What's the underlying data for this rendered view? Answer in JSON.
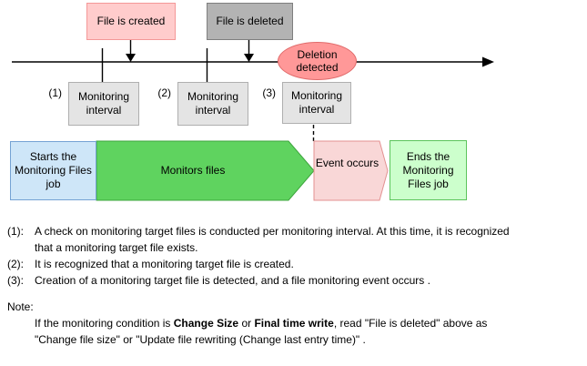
{
  "diagram": {
    "events": {
      "file_created": "File is created",
      "file_deleted": "File is deleted",
      "deletion_detected": "Deletion detected"
    },
    "intervals": [
      {
        "marker": "(1)",
        "label": "Monitoring interval"
      },
      {
        "marker": "(2)",
        "label": "Monitoring interval"
      },
      {
        "marker": "(3)",
        "label": "Monitoring interval"
      }
    ],
    "flow": {
      "start": "Starts the Monitoring Files job",
      "monitor": "Monitors files",
      "event": "Event occurs",
      "end": "Ends the Monitoring Files job"
    }
  },
  "notes": {
    "items": [
      {
        "marker": "(1):",
        "text": "A check on monitoring target files is conducted per monitoring interval. At this time, it is recognized\nthat a monitoring target file exists."
      },
      {
        "marker": "(2):",
        "text": "It is recognized that a monitoring target file is created."
      },
      {
        "marker": "(3):",
        "text": "Creation of a monitoring target file is detected, and a file monitoring event occurs ."
      }
    ],
    "note_label": "Note:",
    "note_rich": [
      {
        "text": "If the monitoring condition is "
      },
      {
        "text": "Change Size",
        "bold": true
      },
      {
        "text": " or "
      },
      {
        "text": "Final time write",
        "bold": true
      },
      {
        "text": ", read \"File is deleted\" above as\n\"Change file size\" or \"Update file rewriting (Change last entry time)\" ."
      }
    ]
  },
  "colors": {
    "pink-fill": "#FFCCCC",
    "pink-border": "#F49898",
    "gray-fill": "#B3B3B3",
    "gray-border": "#7F7F7F",
    "ellipse-fill": "#FF9898",
    "ellipse-border": "#E06A6A",
    "interval-fill": "#E4E4E4",
    "interval-border": "#AFAFAF",
    "blue-fill": "#CEE6F8",
    "blue-border": "#74A2D4",
    "green-fill": "#5FD35F",
    "green-border": "#3DA53D",
    "eventarrow-fill": "#F9D7D7",
    "eventarrow-border": "#E39191",
    "end-fill": "#CCFFCC",
    "end-border": "#5BC45B",
    "line": "#000000"
  }
}
